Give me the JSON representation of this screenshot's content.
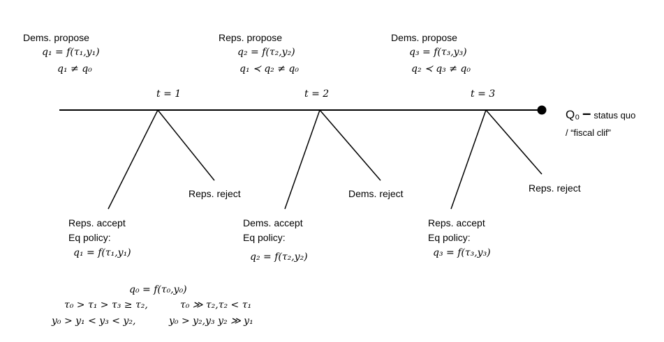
{
  "proposals": [
    {
      "who": "Dems. propose",
      "rule": "q₁ = f(τ₁,y₁)",
      "cond": "q₁ ≠ q₀"
    },
    {
      "who": "Reps. propose",
      "rule": "q₂ = f(τ₂,y₂)",
      "cond": "q₁ ≺ q₂ ≠ q₀"
    },
    {
      "who": "Dems. propose",
      "rule": "q₃ = f(τ₃,y₃)",
      "cond": "q₂ ≺ q₃ ≠ q₀"
    }
  ],
  "stages": [
    {
      "label": "t = 1"
    },
    {
      "label": "t = 2"
    },
    {
      "label": "t = 3"
    }
  ],
  "rejects": [
    {
      "label": "Reps. reject"
    },
    {
      "label": "Dems. reject"
    },
    {
      "label": "Reps. reject"
    }
  ],
  "accepts": [
    {
      "who": "Reps. accept",
      "eq": "Eq policy:",
      "policy": "q₁ = f(τ₁,y₁)"
    },
    {
      "who": "Dems. accept",
      "eq": "Eq policy:",
      "policy": "q₂ = f(τ₂,y₂)"
    },
    {
      "who": "Reps. accept",
      "eq": "Eq policy:",
      "policy": "q₃ = f(τ₃,y₃)"
    }
  ],
  "status_quo": {
    "symbol": "Q₀",
    "dash": "–",
    "text": "status quo",
    "subtext": "/ “fiscal clif”"
  },
  "conditions": {
    "line1": "q₀ = f(τ₀,y₀)",
    "line2a": "τ₀ > τ₁ > τ₃ ≥ τ₂,",
    "line2b": "τ₀ ≫ τ₂,τ₂ < τ₁",
    "line3a": "y₀ > y₁ < y₃ < y₂,",
    "line3b": "y₀ > y₂,y₃   y₂ ≫ y₁"
  },
  "colors": {
    "ink": "#000000",
    "background": "#ffffff"
  }
}
